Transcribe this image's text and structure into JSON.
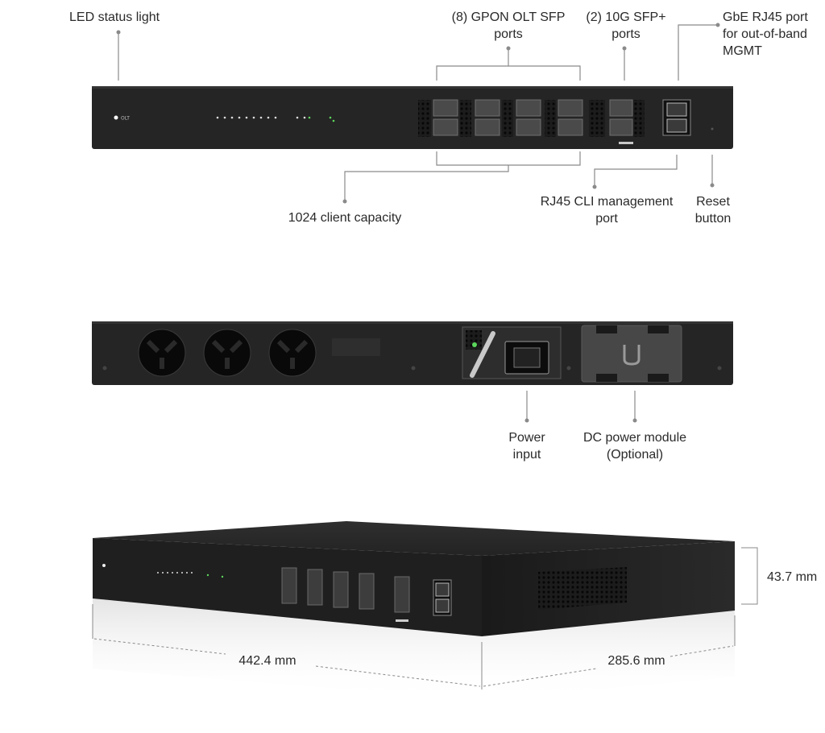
{
  "front_view": {
    "device_marking": "OLT",
    "callouts": {
      "led_status": "LED status light",
      "gpon_ports": [
        "(8) GPON OLT SFP",
        "ports"
      ],
      "sfp_plus_ports": [
        "(2) 10G SFP+",
        "ports"
      ],
      "mgmt_port": [
        "GbE RJ45 port",
        "for out-of-band",
        "MGMT"
      ],
      "client_capacity": "1024 client capacity",
      "cli_port": [
        "RJ45 CLI management",
        "port"
      ],
      "reset_button": [
        "Reset",
        "button"
      ]
    }
  },
  "rear_view": {
    "callouts": {
      "power_input": [
        "Power",
        "input"
      ],
      "dc_module": [
        "DC power module",
        "(Optional)"
      ]
    }
  },
  "dimensions": {
    "height": "43.7 mm",
    "width": "442.4 mm",
    "depth": "285.6 mm"
  },
  "colors": {
    "chassis": "#262626",
    "chassis_edge": "#3a3a3a",
    "leader_line": "#8a8a8a",
    "led_green": "#5bd65b"
  }
}
